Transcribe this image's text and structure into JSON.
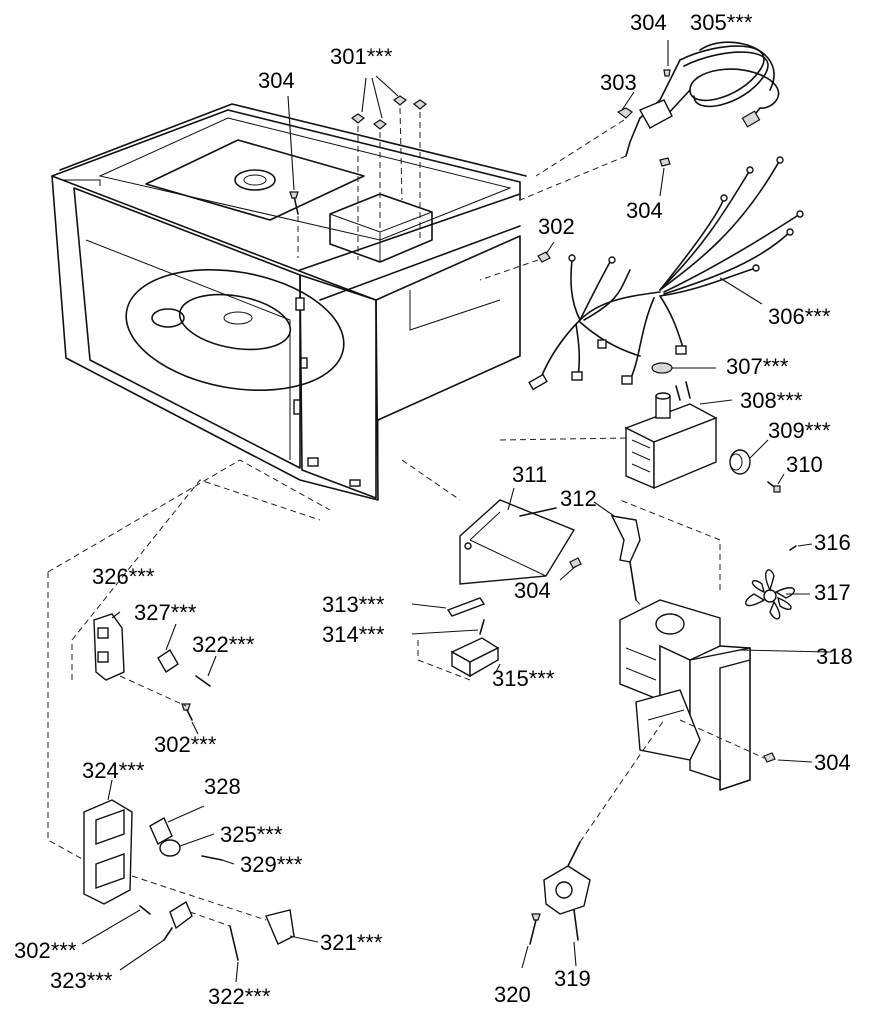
{
  "diagram": {
    "callouts": [
      {
        "id": "c301",
        "text": "301***"
      },
      {
        "id": "c304a",
        "text": "304"
      },
      {
        "id": "c304b",
        "text": "304"
      },
      {
        "id": "c305",
        "text": "305***"
      },
      {
        "id": "c303",
        "text": "303"
      },
      {
        "id": "c304c",
        "text": "304"
      },
      {
        "id": "c302a",
        "text": "302"
      },
      {
        "id": "c306",
        "text": "306***"
      },
      {
        "id": "c307",
        "text": "307***"
      },
      {
        "id": "c308",
        "text": "308***"
      },
      {
        "id": "c309",
        "text": "309***"
      },
      {
        "id": "c310",
        "text": "310"
      },
      {
        "id": "c311",
        "text": "311"
      },
      {
        "id": "c312",
        "text": "312"
      },
      {
        "id": "c304d",
        "text": "304"
      },
      {
        "id": "c313",
        "text": "313***"
      },
      {
        "id": "c314",
        "text": "314***"
      },
      {
        "id": "c315",
        "text": "315***"
      },
      {
        "id": "c316",
        "text": "316"
      },
      {
        "id": "c317",
        "text": "317"
      },
      {
        "id": "c318",
        "text": "318"
      },
      {
        "id": "c304e",
        "text": "304"
      },
      {
        "id": "c326",
        "text": "326***"
      },
      {
        "id": "c327",
        "text": "327***"
      },
      {
        "id": "c322a",
        "text": "322***"
      },
      {
        "id": "c302b",
        "text": "302***"
      },
      {
        "id": "c324",
        "text": "324***"
      },
      {
        "id": "c328",
        "text": "328"
      },
      {
        "id": "c325",
        "text": "325***"
      },
      {
        "id": "c329",
        "text": "329***"
      },
      {
        "id": "c302c",
        "text": "302***"
      },
      {
        "id": "c321",
        "text": "321***"
      },
      {
        "id": "c323",
        "text": "323***"
      },
      {
        "id": "c322b",
        "text": "322***"
      },
      {
        "id": "c320",
        "text": "320"
      },
      {
        "id": "c319",
        "text": "319"
      }
    ]
  }
}
